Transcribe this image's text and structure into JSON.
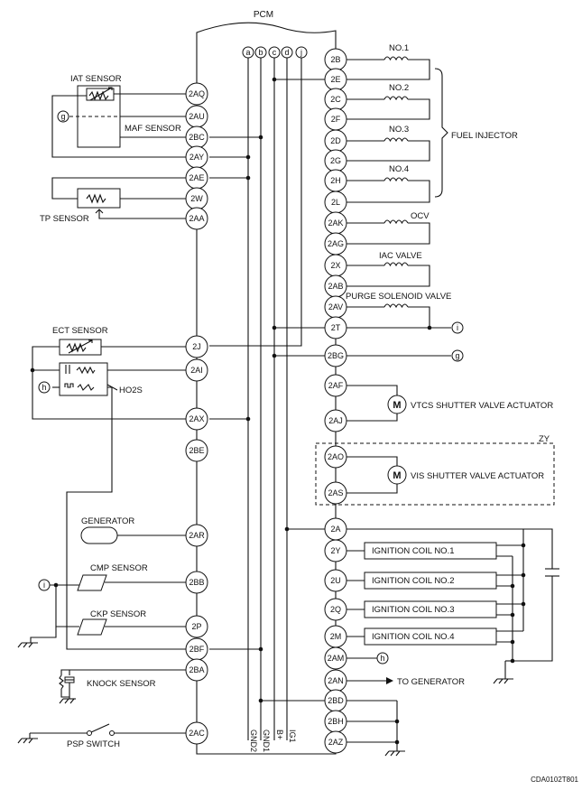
{
  "pcm_title": "PCM",
  "bus_letters": [
    "a",
    "b",
    "c",
    "d",
    "j"
  ],
  "bus_names": [
    "GND2",
    "GND1",
    "B+",
    "IG1"
  ],
  "left_pins": [
    "2AQ",
    "2AU",
    "2BC",
    "2AY",
    "2AE",
    "2W",
    "2AA",
    "2J",
    "2AI",
    "2AX",
    "2BE",
    "2AR",
    "2BB",
    "2P",
    "2BF",
    "2BA",
    "2AC"
  ],
  "right_pins": [
    "2B",
    "2E",
    "2C",
    "2F",
    "2D",
    "2G",
    "2H",
    "2L",
    "2AK",
    "2AG",
    "2X",
    "2AB",
    "2AV",
    "2T",
    "2BG",
    "2AF",
    "2AJ",
    "2AO",
    "2AS",
    "2A",
    "2Y",
    "2U",
    "2Q",
    "2M",
    "2AM",
    "2AN",
    "2BD",
    "2BH",
    "2AZ"
  ],
  "labels": {
    "iat_sensor": "IAT SENSOR",
    "maf_sensor": "MAF SENSOR",
    "tp_sensor": "TP SENSOR",
    "ect_sensor": "ECT SENSOR",
    "ho2s": "HO2S",
    "generator": "GENERATOR",
    "cmp_sensor": "CMP SENSOR",
    "ckp_sensor": "CKP SENSOR",
    "knock_sensor": "KNOCK SENSOR",
    "psp_switch": "PSP SWITCH",
    "no1": "NO.1",
    "no2": "NO.2",
    "no3": "NO.3",
    "no4": "NO.4",
    "fuel_injector": "FUEL INJECTOR",
    "ocv": "OCV",
    "iac_valve": "IAC VALVE",
    "purge_valve": "PURGE SOLENOID VALVE",
    "vtcs": "VTCS SHUTTER VALVE ACTUATOR",
    "zy": "ZY",
    "vis": "VIS SHUTTER VALVE ACTUATOR",
    "coil1": "IGNITION COIL NO.1",
    "coil2": "IGNITION COIL NO.2",
    "coil3": "IGNITION COIL NO.3",
    "coil4": "IGNITION COIL NO.4",
    "to_generator": "TO GENERATOR",
    "motor": "M",
    "ref_g": "g",
    "ref_h": "h",
    "ref_i": "i",
    "code": "CDA0102T801"
  }
}
